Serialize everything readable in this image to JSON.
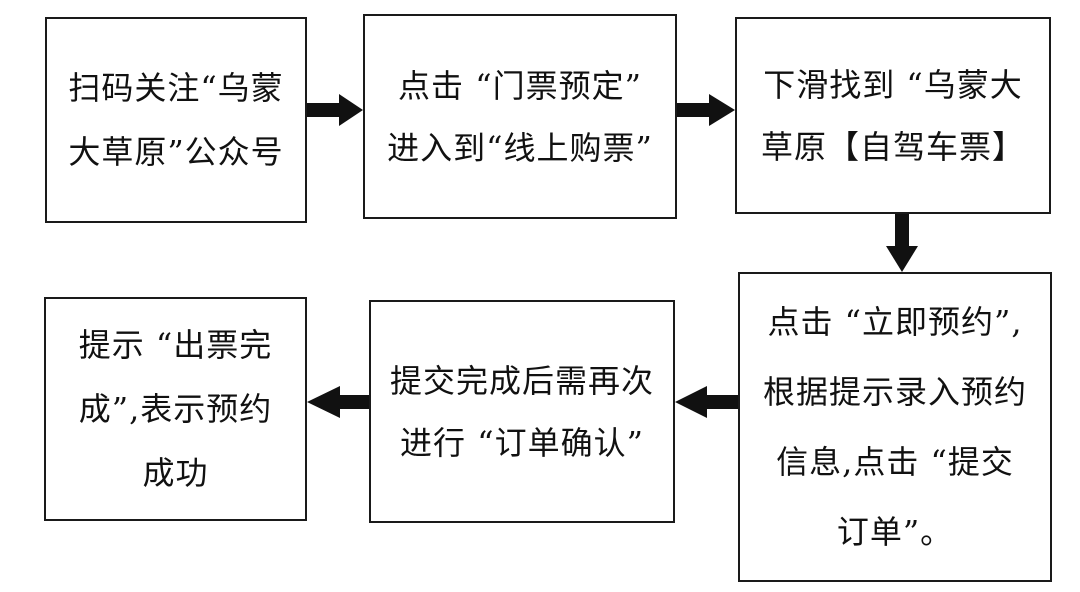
{
  "steps": [
    {
      "text": "扫码关注“乌蒙\n大草原”公众号"
    },
    {
      "text": "点击 “门票预定”\n进入到“线上购票”"
    },
    {
      "text": "下滑找到 “乌蒙大\n草原【自驾车票】"
    },
    {
      "text": "点击 “立即预约”,\n根据提示录入预约\n信息,点击 “提交\n订单”。"
    },
    {
      "text": "提交完成后需再次\n进行 “订单确认”"
    },
    {
      "text": "提示 “出票完\n成”,表示预约\n成功"
    }
  ],
  "colors": {
    "border": "#1a1a1a",
    "arrow": "#111111",
    "background": "#ffffff"
  }
}
